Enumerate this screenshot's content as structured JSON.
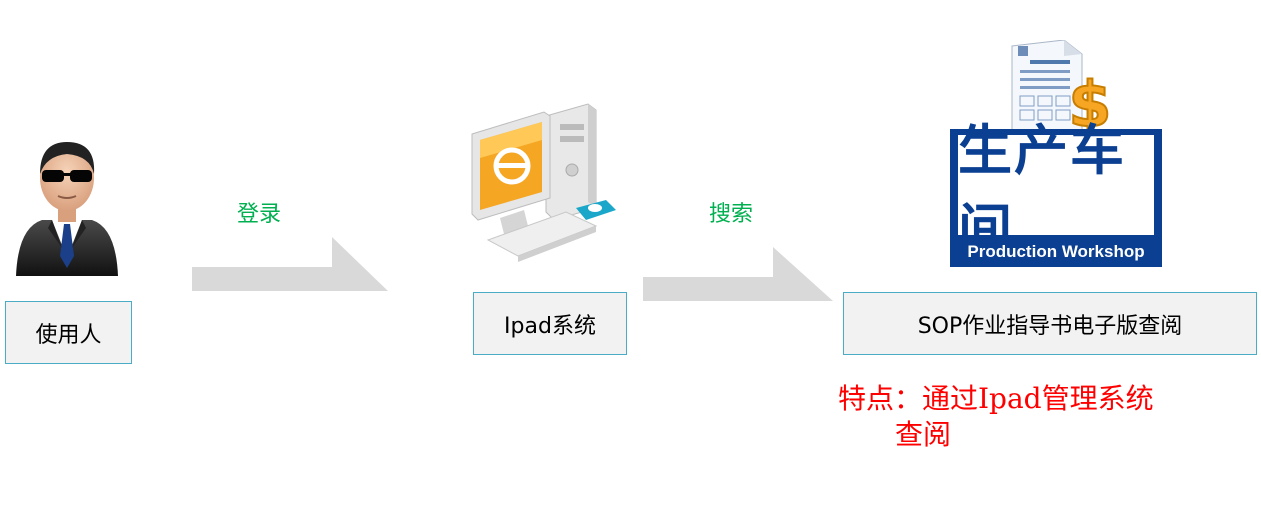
{
  "nodes": {
    "user": {
      "label": "使用人"
    },
    "ipad": {
      "label": "Ipad系统"
    },
    "sop": {
      "label": "SOP作业指导书电子版查阅"
    }
  },
  "arrows": {
    "login": {
      "label": "登录"
    },
    "search": {
      "label": "搜索"
    }
  },
  "workshop_sign": {
    "title_cn": "生产车间",
    "title_en": "Production Workshop"
  },
  "note": {
    "line1": "特点：通过Ipad管理系统",
    "line2": "查阅"
  },
  "colors": {
    "box_border": "#4bacc6",
    "box_fill": "#f2f2f2",
    "arrow_label": "#00b050",
    "arrow_fill": "#d9d9d9",
    "note": "#ff0000",
    "sign_blue": "#0b3f91"
  },
  "icons": {
    "user": "businessman-sunglasses-icon",
    "ipad": "desktop-computer-ie-icon",
    "document": "document-dollar-icon"
  }
}
